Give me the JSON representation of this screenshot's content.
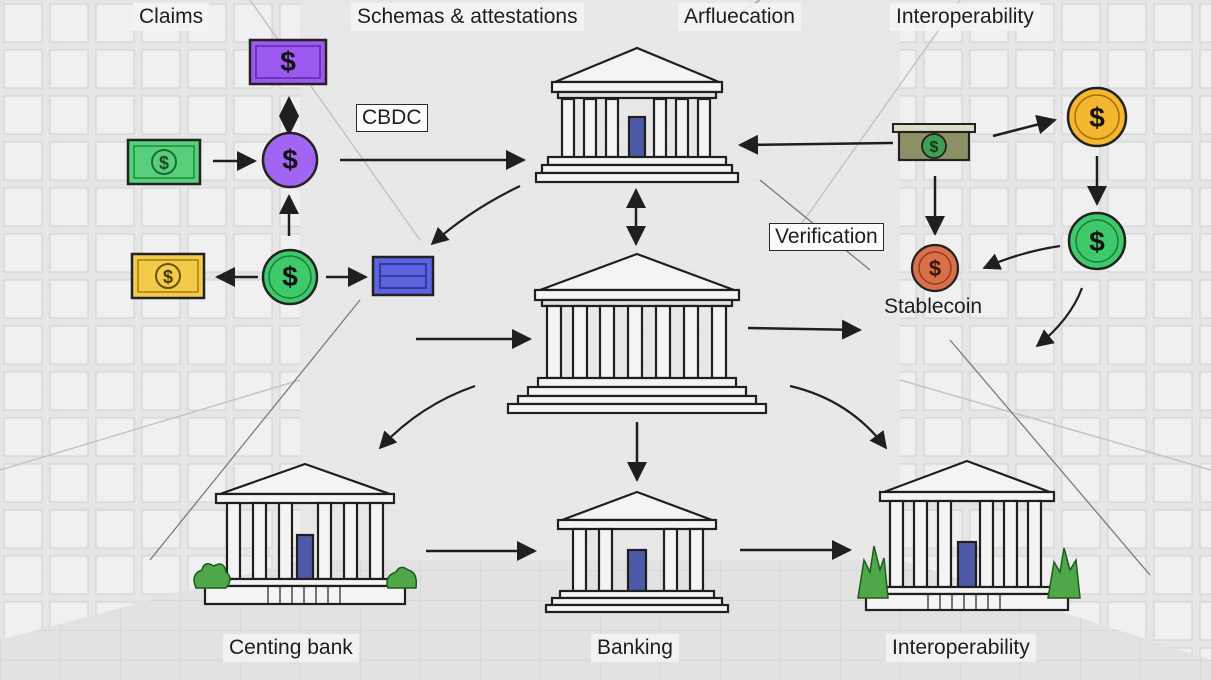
{
  "labels": {
    "top_1": "Claims",
    "top_2": "Schemas & attestations",
    "top_3": "Arfluecation",
    "top_4": "Interoperability",
    "cbdc": "CBDC",
    "verification": "Verification",
    "stablecoin": "Stablecoin",
    "bottom_1": "Centing bank",
    "bottom_2": "Banking",
    "bottom_3": "Interoperability"
  },
  "colors": {
    "purple": "#9b59f0",
    "green": "#3ec96a",
    "yellow": "#f3cb4a",
    "blue": "#5b63e0",
    "orange": "#f5b630",
    "copper": "#d9704a",
    "ink": "#1f1f1f"
  },
  "icons": [
    "dollar-icon",
    "bank-building-icon",
    "arrow-icon",
    "shrub-icon"
  ]
}
